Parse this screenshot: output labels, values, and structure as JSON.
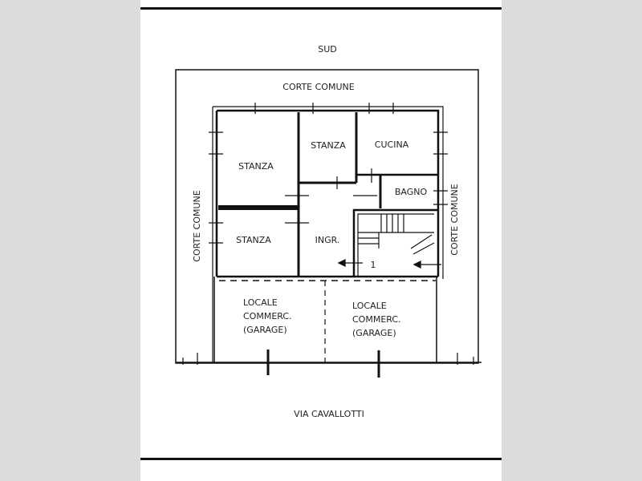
{
  "plan": {
    "north_label": "SUD",
    "south_label": "VIA CAVALLOTTI",
    "court_top": "CORTE COMUNE",
    "court_left": "CORTE COMUNE",
    "court_right": "CORTE COMUNE",
    "rooms": [
      {
        "label": "STANZA"
      },
      {
        "label": "STANZA"
      },
      {
        "label": "CUCINA"
      },
      {
        "label": "BAGNO"
      },
      {
        "label": "STANZA"
      },
      {
        "label": "INGR."
      }
    ],
    "garages": [
      {
        "line1": "LOCALE",
        "line2": "COMMERC.",
        "line3": "(GARAGE)"
      },
      {
        "line1": "LOCALE",
        "line2": "COMMERC.",
        "line3": "(GARAGE)"
      }
    ],
    "stair_number": "1"
  },
  "colors": {
    "background": "#dcdcdc",
    "sheet": "#ffffff",
    "ink": "#111111"
  }
}
